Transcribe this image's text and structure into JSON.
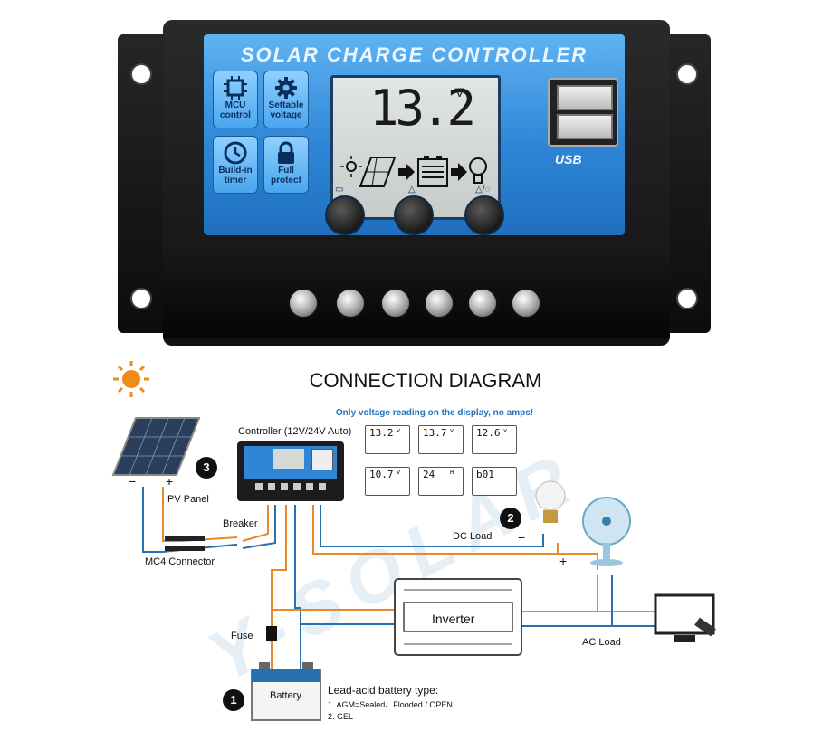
{
  "controller": {
    "title": "SOLAR CHARGE CONTROLLER",
    "features": [
      {
        "icon": "chip-icon",
        "label": "MCU\ncontrol"
      },
      {
        "icon": "gear-icon",
        "label": "Settable\nvoltage"
      },
      {
        "icon": "clock-icon",
        "label": "Build-in\ntimer"
      },
      {
        "icon": "lock-icon",
        "label": "Full\nprotect"
      }
    ],
    "lcd": {
      "value": "13.2",
      "unit": "V"
    },
    "usb_label": "USB",
    "colors": {
      "panel": "#2f86d6",
      "body": "#111111",
      "lcd": "#d6dad6"
    }
  },
  "diagram": {
    "title": "CONNECTION DIAGRAM",
    "note": "Only voltage reading on the display, no amps!",
    "controller_label": "Controller (12V/24V Auto)",
    "readings": [
      {
        "value": "13.2",
        "unit": "v"
      },
      {
        "value": "13.7",
        "unit": "v"
      },
      {
        "value": "12.6",
        "unit": "v"
      },
      {
        "value": "10.7",
        "unit": "v"
      },
      {
        "value": "24",
        "unit": "H"
      },
      {
        "value": "b01",
        "unit": ""
      }
    ],
    "labels": {
      "pv_panel": "PV Panel",
      "breaker": "Breaker",
      "mc4": "MC4 Connector",
      "dc_load": "DC Load",
      "inverter": "Inverter",
      "ac_load": "AC Load",
      "fuse": "Fuse",
      "battery": "Battery",
      "minus": "−",
      "plus": "+"
    },
    "markers": {
      "battery": "1",
      "dc_load": "2",
      "pv_panel": "3"
    },
    "battery_note": {
      "title": "Lead-acid battery type:",
      "line1": "1. AGM=Sealed、Flooded / OPEN",
      "line2": "2. GEL"
    },
    "watermark": "Y-SOLAR",
    "wire_colors": {
      "positive": "#e8892b",
      "negative": "#2a6fb0"
    }
  }
}
